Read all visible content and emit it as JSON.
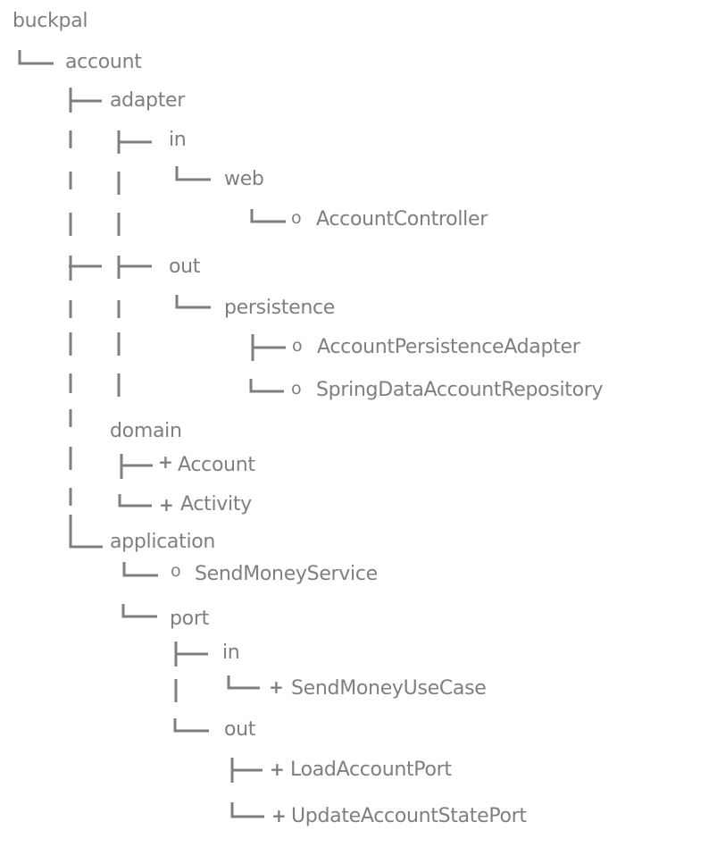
{
  "tree": {
    "root": "buckpal",
    "account": "account",
    "adapter": "adapter",
    "adapter_in": "in",
    "web": "web",
    "account_controller": "AccountController",
    "adapter_out": "out",
    "persistence": "persistence",
    "account_persistence_adapter": "AccountPersistenceAdapter",
    "spring_data_account_repository": "SpringDataAccountRepository",
    "domain": "domain",
    "account_class": "Account",
    "activity_class": "Activity",
    "application": "application",
    "send_money_service": "SendMoneyService",
    "port": "port",
    "port_in": "in",
    "send_money_use_case": "SendMoneyUseCase",
    "port_out": "out",
    "load_account_port": "LoadAccountPort",
    "update_account_state_port": "UpdateAccountStatePort"
  },
  "markers": {
    "class_marker": "o",
    "interface_marker": "+"
  },
  "colors": {
    "line": "#7f7f7f",
    "text": "#7f7f7f",
    "background": "#ffffff"
  }
}
